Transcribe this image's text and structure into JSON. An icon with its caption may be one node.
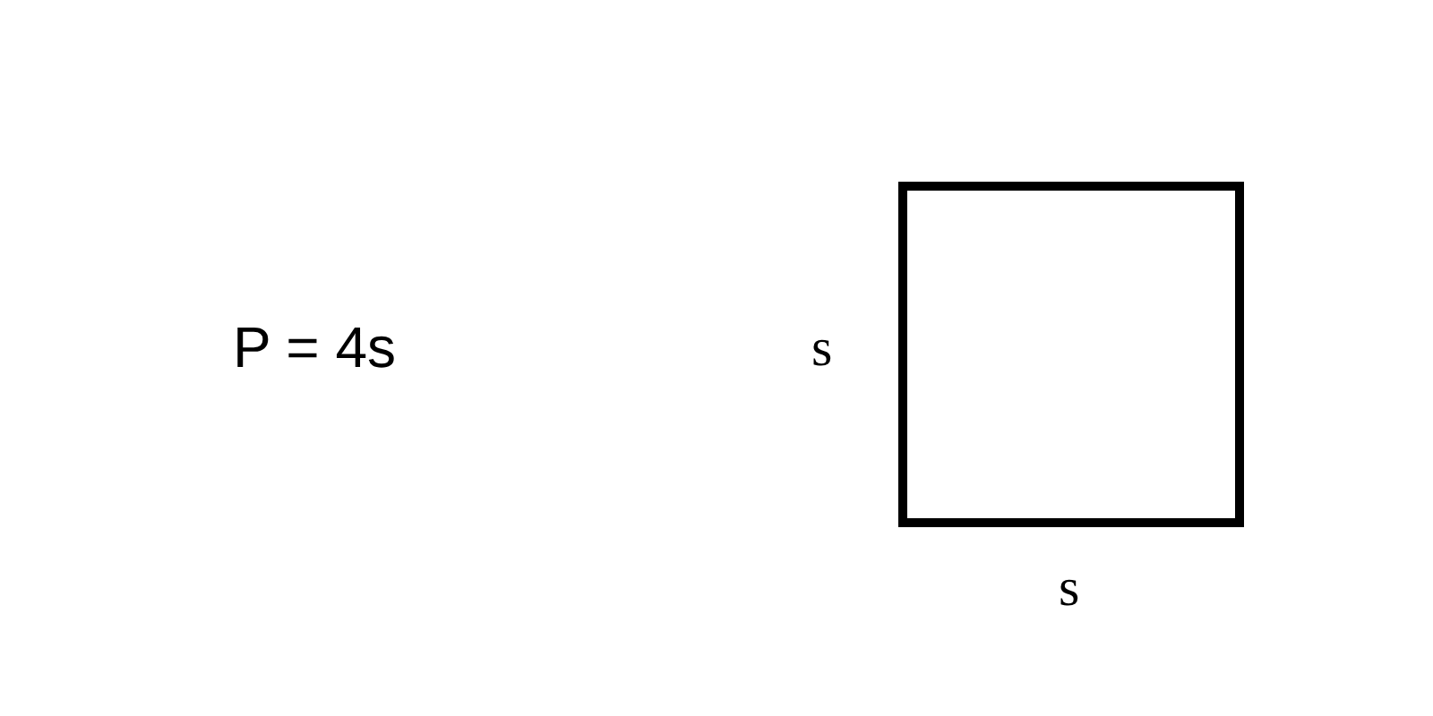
{
  "diagram": {
    "labels": [
      "P = 4s",
      "s",
      "s"
    ]
  }
}
